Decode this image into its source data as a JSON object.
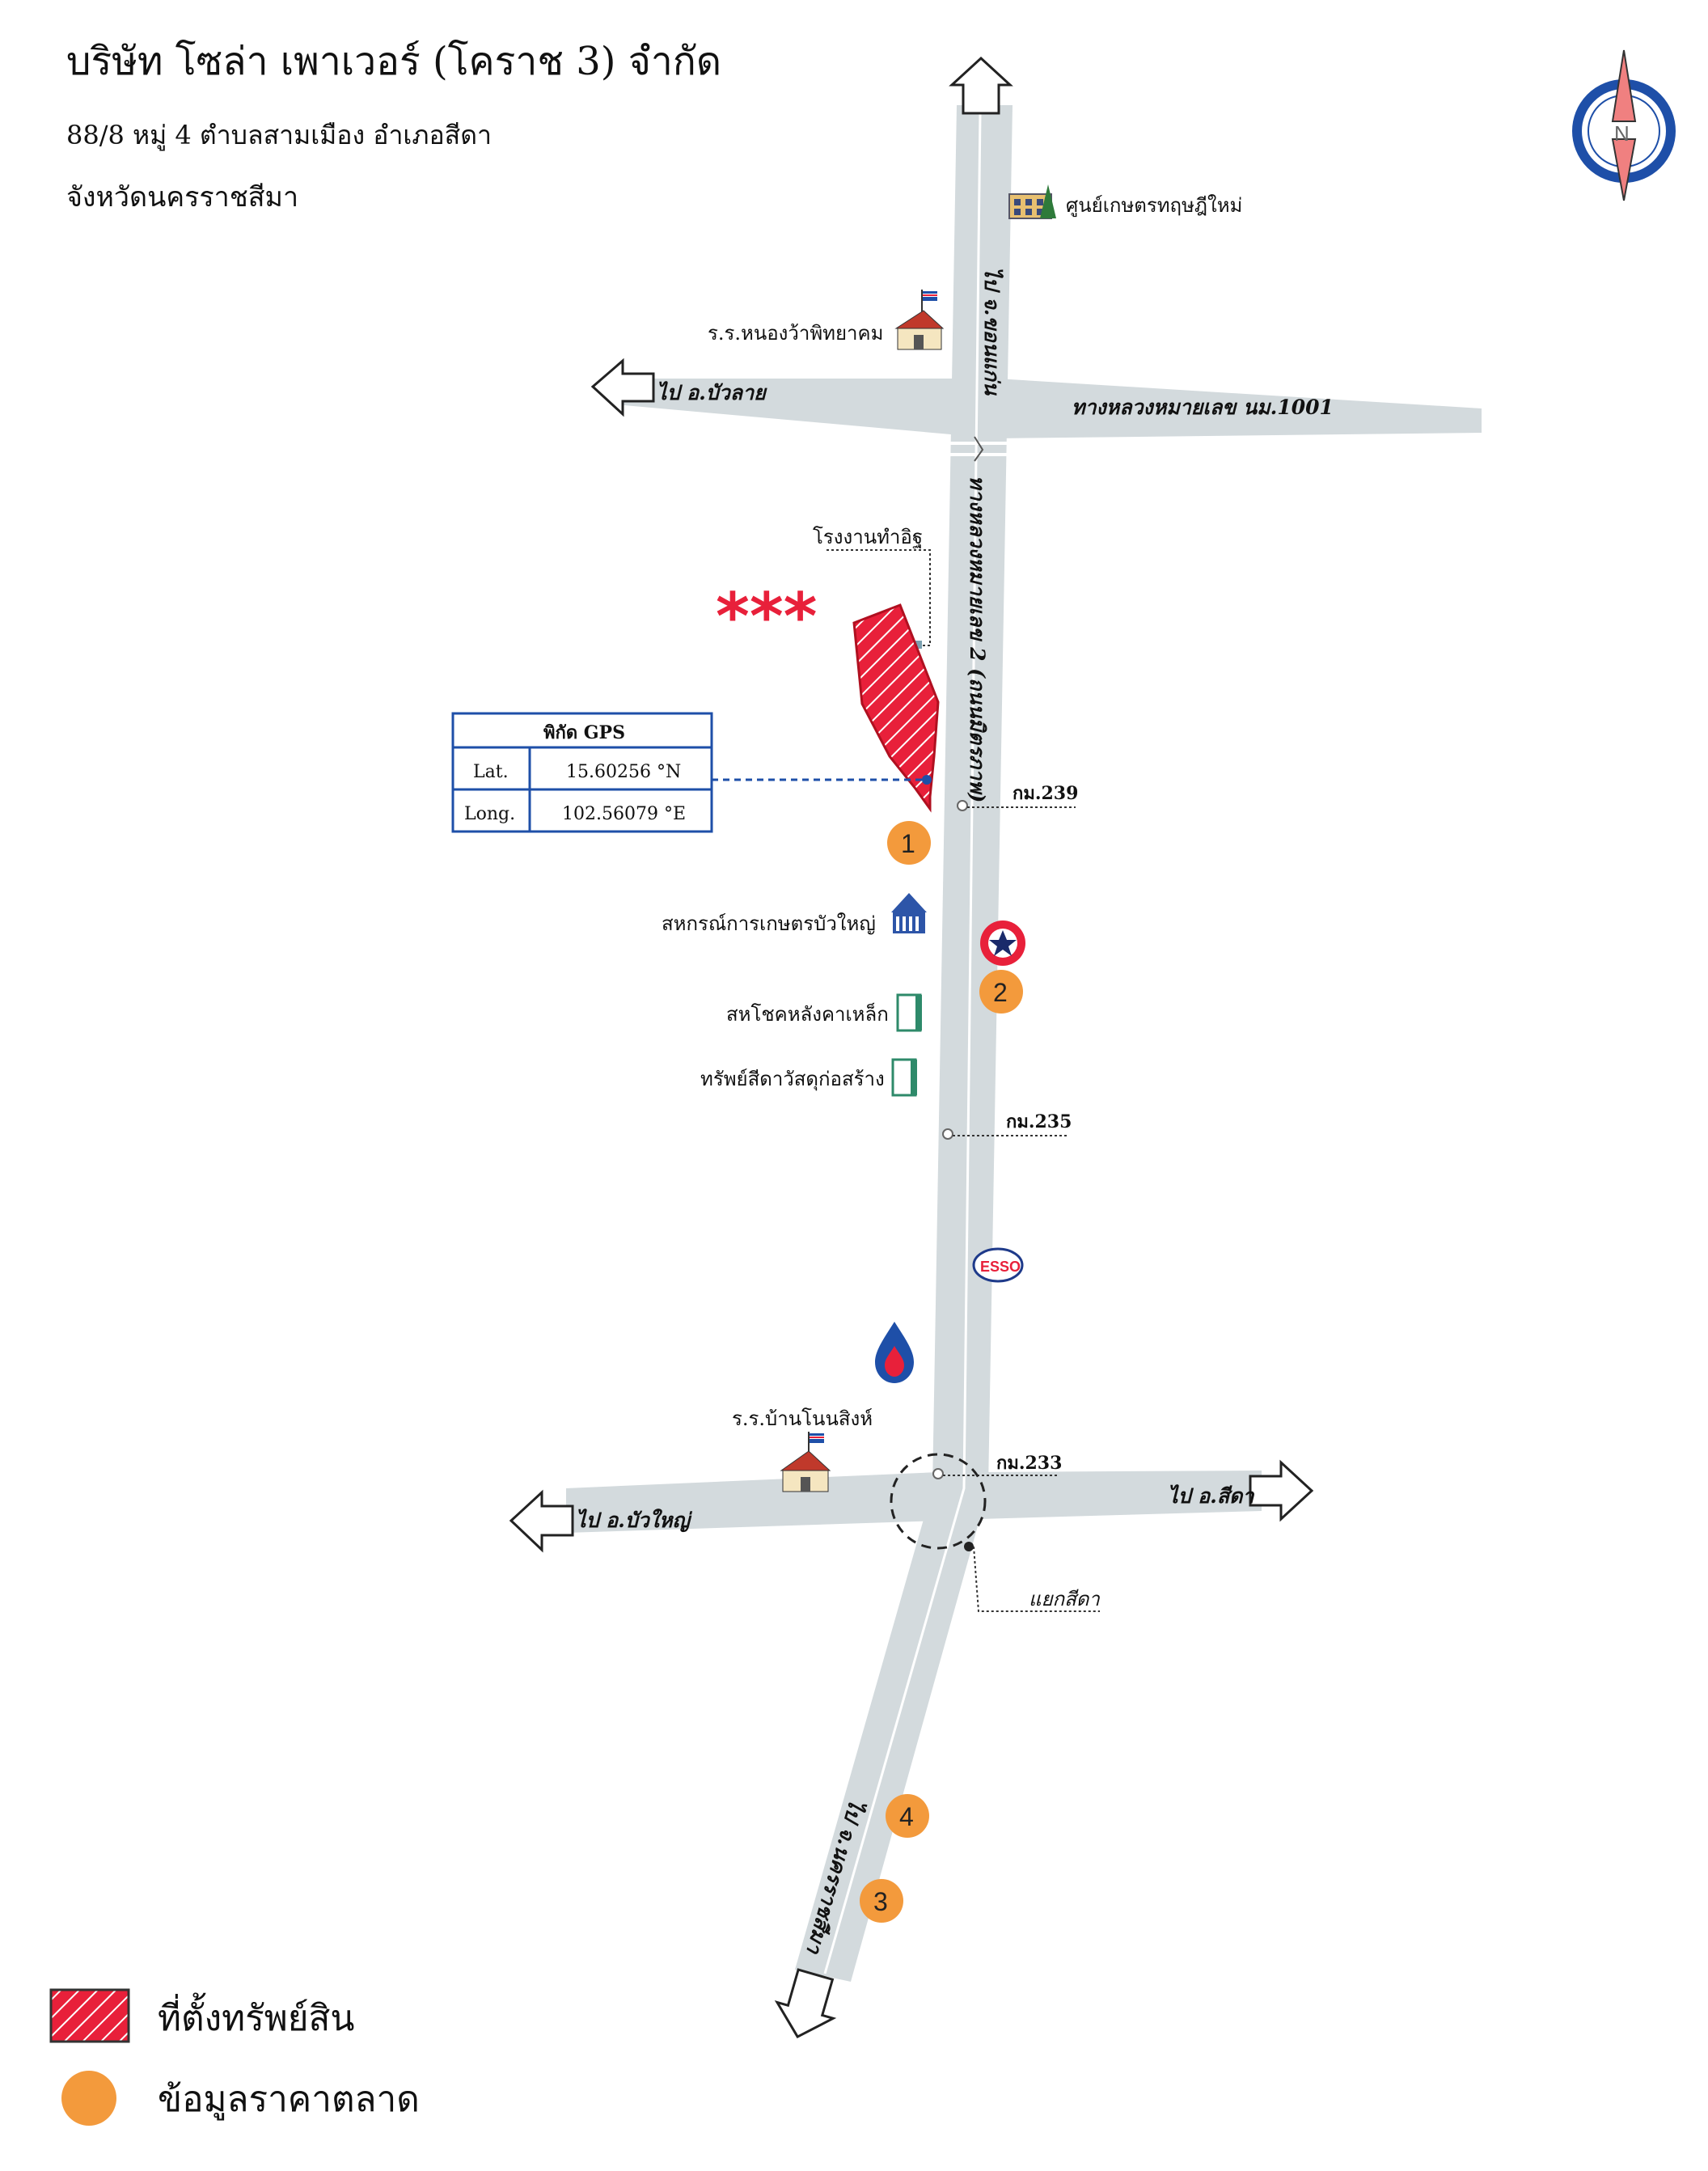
{
  "header": {
    "company": "บริษัท โซล่า เพาเวอร์ (โคราช 3) จำกัด",
    "address_line1": "88/8 หมู่ 4  ตำบลสามเมือง อำเภอสีดา",
    "address_line2": "จังหวัดนครราชสีมา"
  },
  "compass": {
    "letter": "N"
  },
  "roads": {
    "to_khon_kaen": "ไป จ.ขอนแก่น",
    "to_bua_lai": "ไป อ.บัวลาย",
    "highway_1001": "ทางหลวงหมายเลข นม.1001",
    "highway_2": "ทางหลวงหมายเลข 2 (ถนนมิตรภาพ)",
    "to_bua_yai": "ไป อ.บัวใหญ่",
    "to_sida": "ไป อ.สีดา",
    "to_nakhon_ratchasima": "ไป จ.นครราชสีมา"
  },
  "landmarks": {
    "new_agri_center": "ศูนย์เกษตรทฤษฎีใหม่",
    "nong_wa_school": "ร.ร.หนองว้าพิทยาคม",
    "brick_factory": "โรงงานทำอิฐ",
    "agri_coop": "สหกรณ์การเกษตรบัวใหญ่",
    "steel_warehouse": "สหโชคหลังคาเหล็ก",
    "construction_store": "ทรัพย์สีดาวัสดุก่อสร้าง",
    "non_sing_school": "ร.ร.บ้านโนนสิงห์",
    "sida_junction": "แยกสีดา",
    "esso": "ESSO"
  },
  "km_markers": [
    "กม.239",
    "กม.235",
    "กม.233"
  ],
  "stars": "***",
  "gps": {
    "title": "พิกัด GPS",
    "lat_label": "Lat.",
    "lat_value": "15.60256 °N",
    "long_label": "Long.",
    "long_value": "102.56079 °E"
  },
  "market_points": [
    "1",
    "2",
    "3",
    "4"
  ],
  "legend": {
    "property": "ที่ตั้งทรัพย์สิน",
    "market_data": "ข้อมูลราคาตลาด"
  },
  "colors": {
    "road": "#d3dadd",
    "property": "#e8203a",
    "market_point": "#f39a3c",
    "gps_box": "#1e4fa8"
  }
}
